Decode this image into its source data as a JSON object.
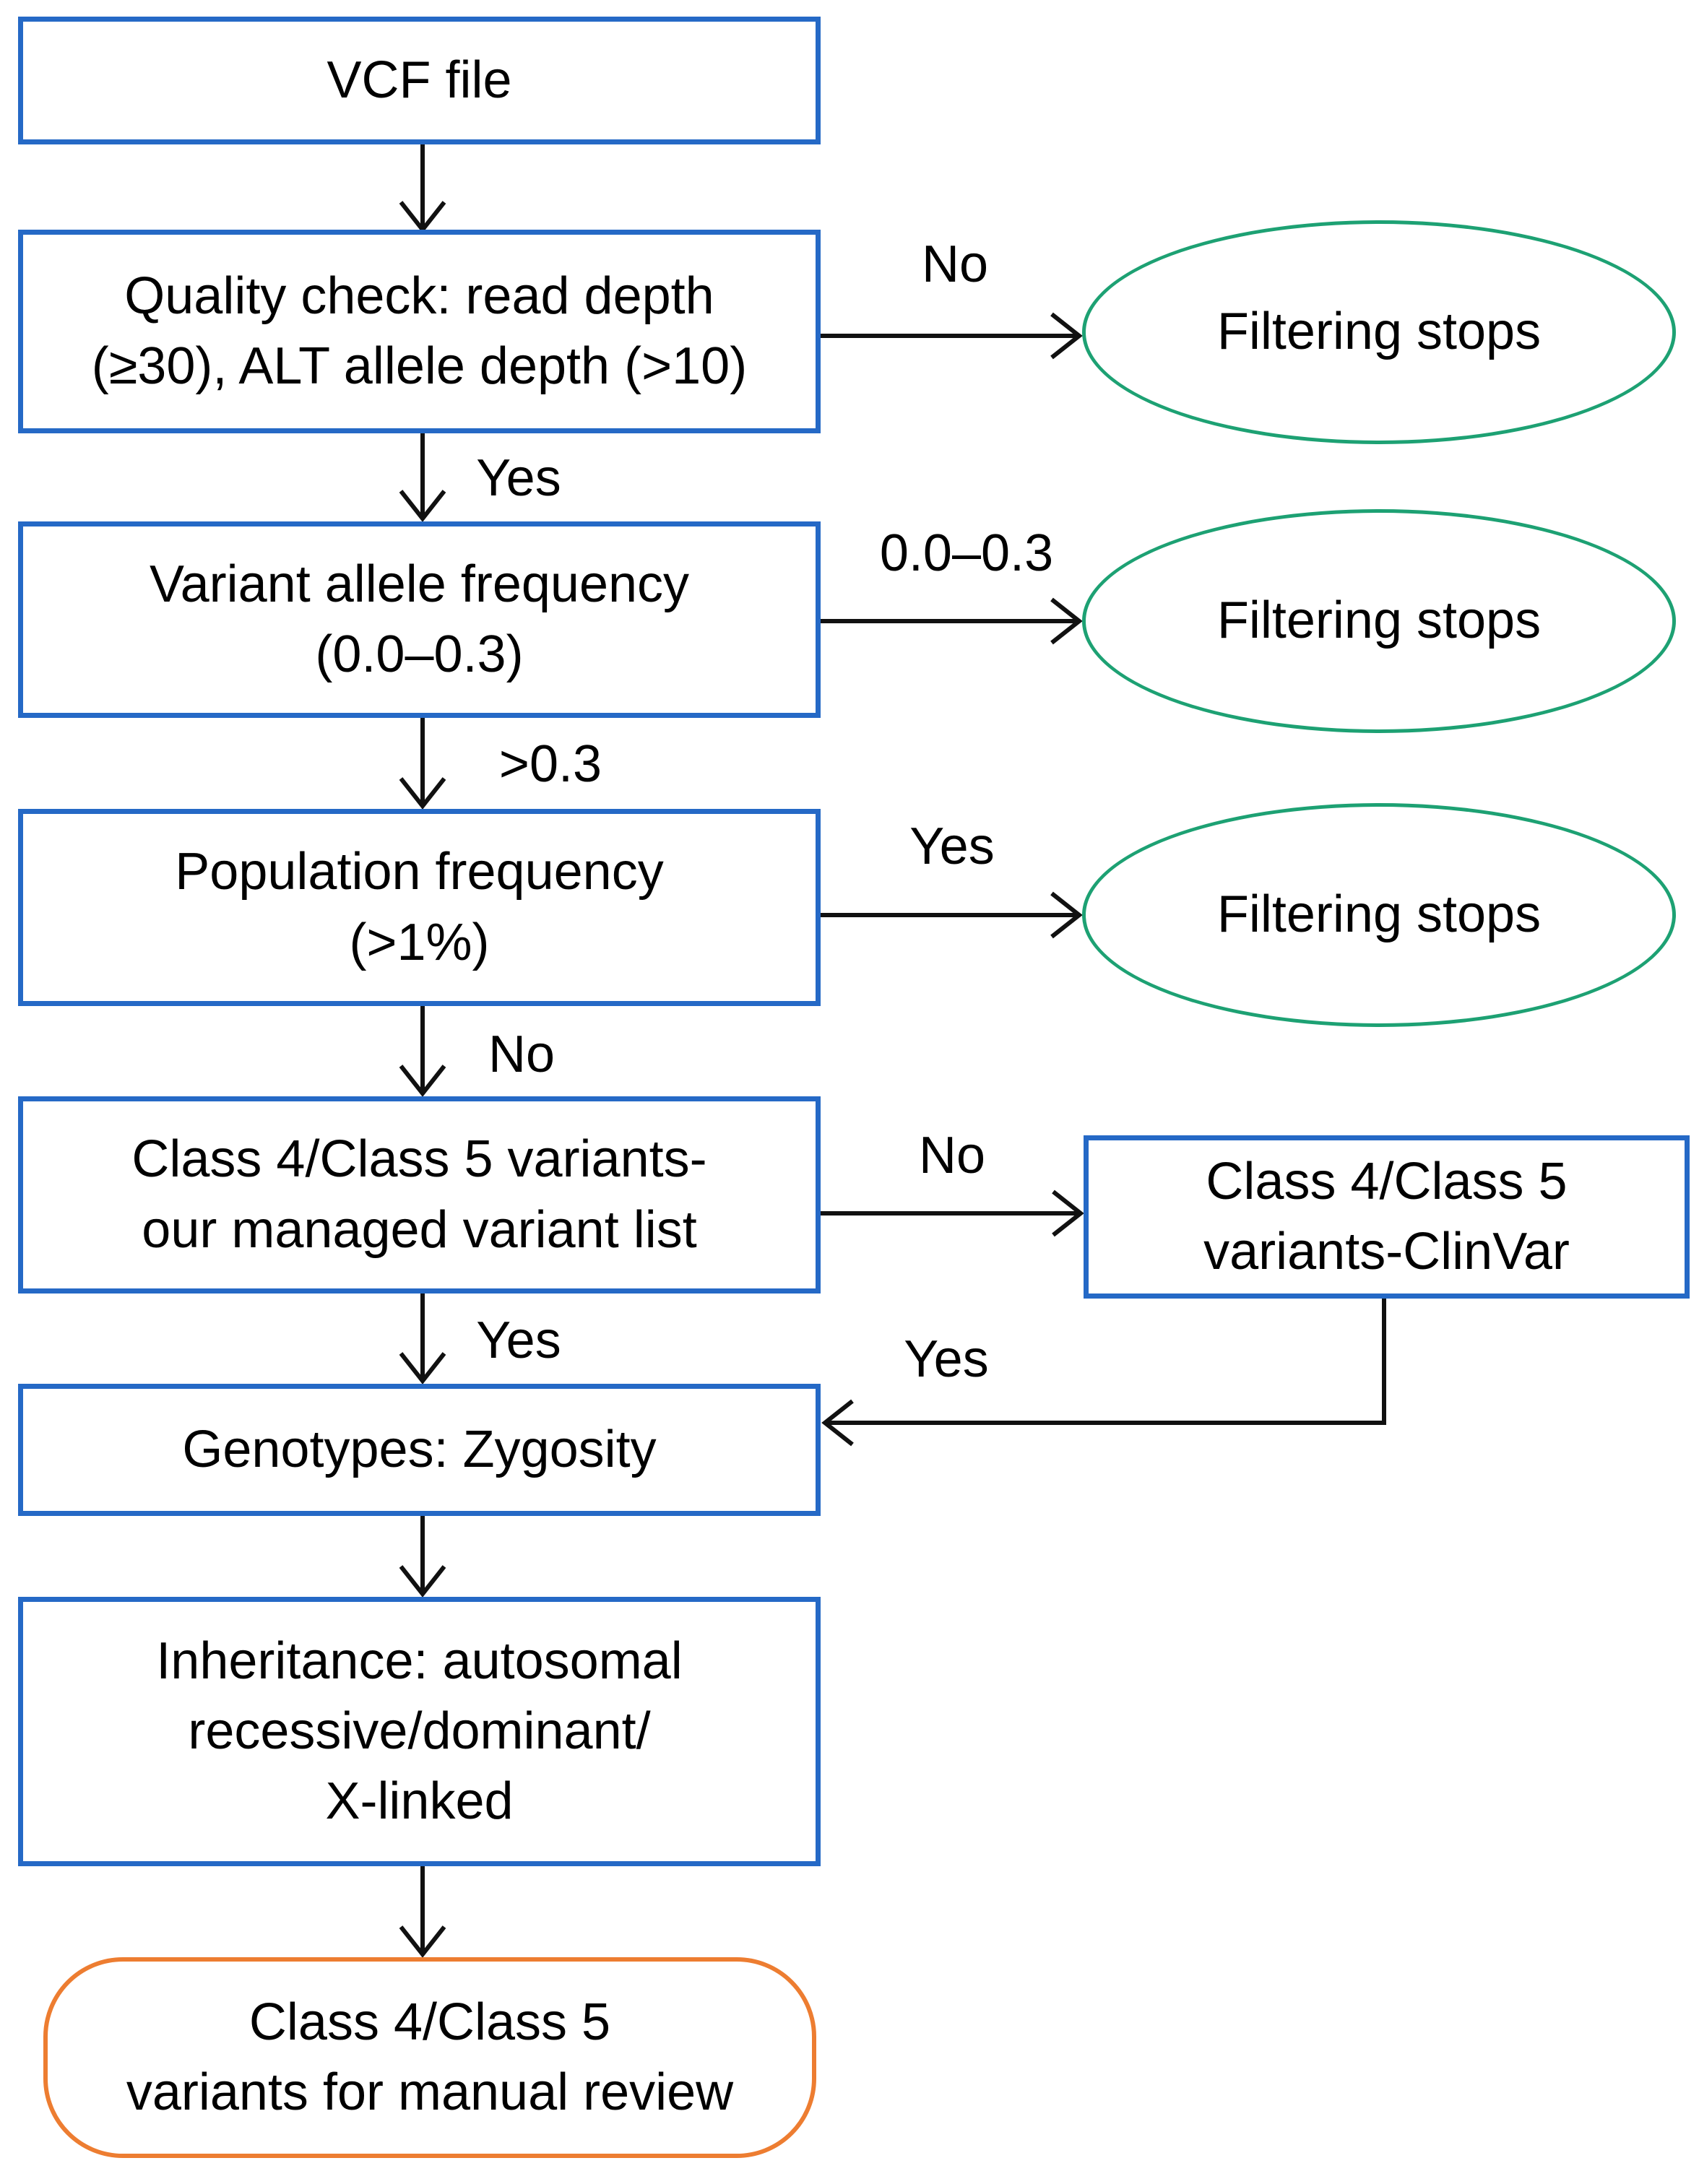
{
  "diagram": {
    "nodes": {
      "vcf": {
        "label": "VCF file"
      },
      "quality": {
        "label": "Quality check: read depth\n(≥30), ALT allele depth (>10)"
      },
      "vaf": {
        "label": "Variant allele frequency\n(0.0–0.3)"
      },
      "population": {
        "label": "Population frequency\n(>1%)"
      },
      "class_mvl": {
        "label": "Class 4/Class 5 variants-\nour managed variant list"
      },
      "clinvar": {
        "label": "Class 4/Class 5\nvariants-ClinVar"
      },
      "genotypes": {
        "label": "Genotypes: Zygosity"
      },
      "inheritance": {
        "label": "Inheritance: autosomal\nrecessive/dominant/\nX-linked"
      },
      "review": {
        "label": "Class 4/Class 5\nvariants for manual review"
      },
      "stop1": {
        "label": "Filtering stops"
      },
      "stop2": {
        "label": "Filtering stops"
      },
      "stop3": {
        "label": "Filtering stops"
      }
    },
    "edge_labels": {
      "quality_no": "No",
      "quality_yes": "Yes",
      "vaf_in_range": "0.0–0.3",
      "vaf_above": ">0.3",
      "pop_yes": "Yes",
      "pop_no": "No",
      "class_no": "No",
      "class_yes": "Yes",
      "clinvar_yes": "Yes"
    },
    "colors": {
      "box_border": "#2569c6",
      "stop_border": "#1da173",
      "review_border": "#ed7d31",
      "arrow": "#111111",
      "text": "#000000",
      "background": "#ffffff"
    }
  }
}
